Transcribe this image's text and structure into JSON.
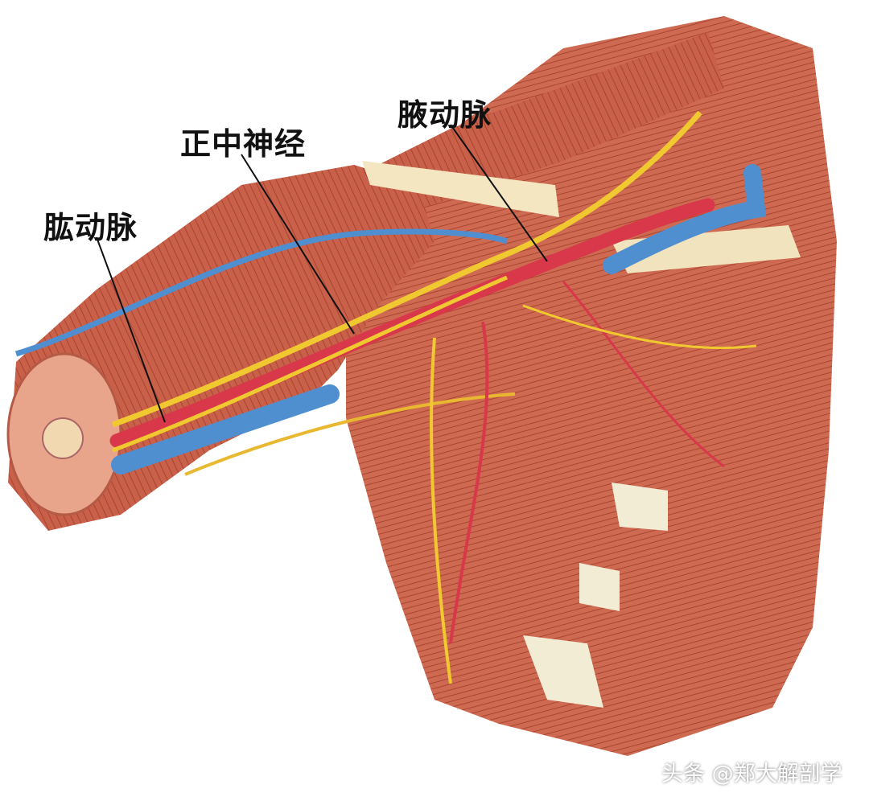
{
  "labels": {
    "brachial_artery": "肱动脉",
    "median_nerve": "正中神经",
    "axillary_artery": "腋动脉"
  },
  "watermark": "头条 @郑大解剖学",
  "colors": {
    "muscle": "#c8604a",
    "muscle_light": "#e19a82",
    "artery": "#d8384a",
    "vein": "#4f8fd0",
    "nerve": "#f0c830",
    "tendon": "#f3e6c0"
  }
}
